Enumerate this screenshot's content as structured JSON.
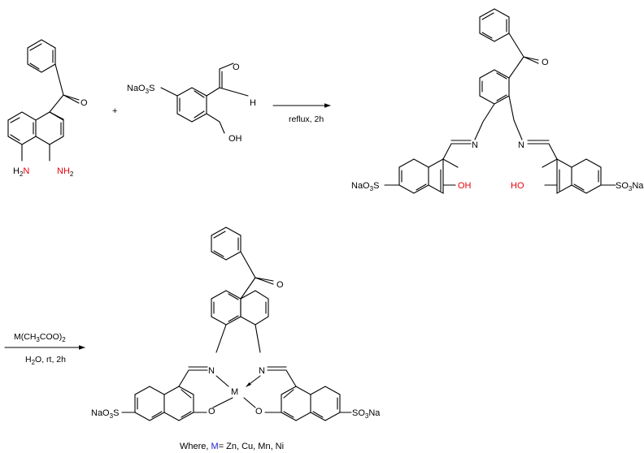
{
  "reactant1": {
    "o_label": "O",
    "nh2_left_label": "H",
    "nh2_left_sub": "2",
    "nh2_left_n": "N",
    "nh2_right_label": "NH",
    "nh2_right_sub": "2"
  },
  "plus_sign": "+",
  "reactant2": {
    "naso3_prefix": "NaO",
    "naso3_sub": "3",
    "naso3_suffix": "S",
    "aldehyde_o": "O",
    "aldehyde_h": "H",
    "oh_label": "OH"
  },
  "arrow1": {
    "condition": "reflux, 2h"
  },
  "ligand": {
    "o_label": "O",
    "n_left": "N",
    "n_right": "N",
    "naso3_left_prefix": "NaO",
    "naso3_left_sub": "3",
    "naso3_left_suffix": "S",
    "oh_left": "OH",
    "ho_right": "HO",
    "so3na_right_prefix": "SO",
    "so3na_right_sub": "3",
    "so3na_right_suffix": "Na"
  },
  "arrow2": {
    "reagent_prefix": "M(CH",
    "reagent_sub1": "3",
    "reagent_mid": "COO)",
    "reagent_sub2": "2",
    "cond_prefix": "H",
    "cond_sub": "2",
    "cond_suffix": "O, rt, 2h"
  },
  "complex": {
    "o_label": "O",
    "n_left": "N",
    "n_right": "N",
    "metal": "M",
    "o_left": "O",
    "o_right": "O",
    "naso3_left_prefix": "NaO",
    "naso3_left_sub": "3",
    "naso3_left_suffix": "S",
    "so3na_right_prefix": "SO",
    "so3na_right_sub": "3",
    "so3na_right_suffix": "Na"
  },
  "footnote": {
    "prefix": "Where, ",
    "metal": "M",
    "suffix": "= Zn, Cu, Mn, Ni"
  }
}
